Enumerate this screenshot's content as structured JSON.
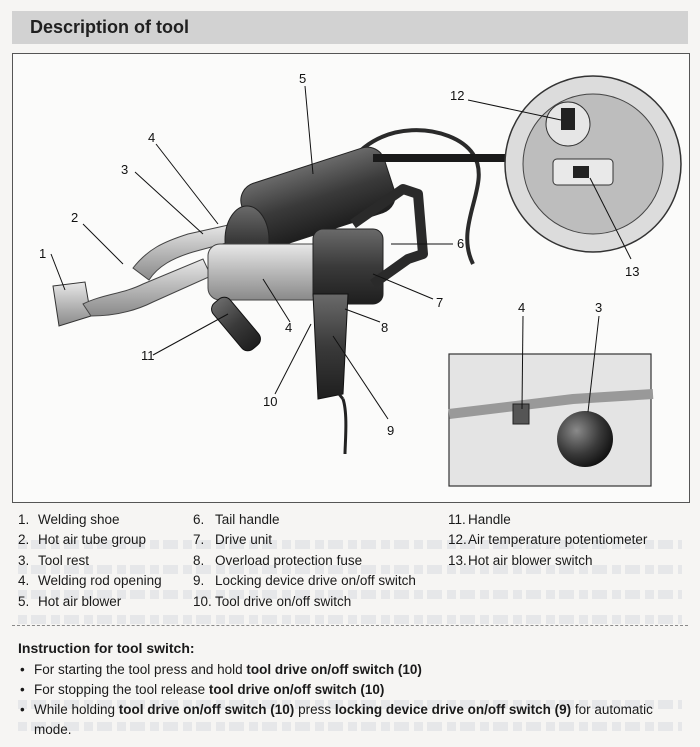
{
  "header": {
    "title": "Description of tool"
  },
  "figure": {
    "callouts": {
      "c1": "1",
      "c2": "2",
      "c3": "3",
      "c4": "4",
      "c5": "5",
      "c6": "6",
      "c7": "7",
      "c8": "8",
      "c9": "9",
      "c10": "10",
      "c11": "11",
      "c12": "12",
      "c13": "13",
      "c4b": "4",
      "c4c": "4",
      "c3b": "3"
    }
  },
  "legend": {
    "col1": [
      {
        "num": "1.",
        "label": "Welding shoe"
      },
      {
        "num": "2.",
        "label": "Hot air tube group"
      },
      {
        "num": "3.",
        "label": "Tool rest"
      },
      {
        "num": "4.",
        "label": "Welding rod opening"
      },
      {
        "num": "5.",
        "label": "Hot air blower"
      }
    ],
    "col2": [
      {
        "num": "6.",
        "label": "Tail handle"
      },
      {
        "num": "7.",
        "label": "Drive unit"
      },
      {
        "num": "8.",
        "label": "Overload protection fuse"
      },
      {
        "num": "9.",
        "label": "Locking device drive on/off switch"
      },
      {
        "num": "10.",
        "label": "Tool drive on/off switch"
      }
    ],
    "col3": [
      {
        "num": "11.",
        "label": "Handle"
      },
      {
        "num": "12.",
        "label": "Air temperature potentiometer"
      },
      {
        "num": "13.",
        "label": "Hot air blower switch"
      }
    ]
  },
  "instructions": {
    "title": "Instruction for tool switch:",
    "items": [
      {
        "pre": "For starting the tool press and hold ",
        "bold": "tool drive on/off switch (10)",
        "mid": "",
        "bold2": "",
        "post": ""
      },
      {
        "pre": "For stopping the tool release ",
        "bold": "tool drive on/off switch (10)",
        "mid": "",
        "bold2": "",
        "post": ""
      },
      {
        "pre": "While holding ",
        "bold": "tool drive on/off switch (10)",
        "mid": " press ",
        "bold2": "locking device drive on/off switch (9)",
        "post": " for automatic mode."
      }
    ]
  }
}
